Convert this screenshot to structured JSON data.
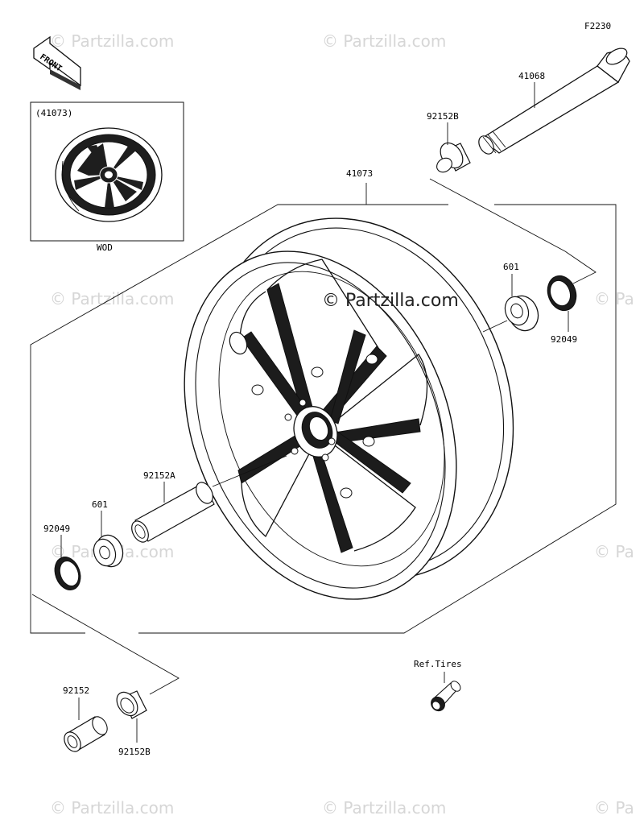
{
  "diagram_code": "F2230",
  "front_arrow_label": "FRONT",
  "inset": {
    "part_number": "(41073)",
    "caption": "WOD"
  },
  "parts": {
    "axle": "41068",
    "collar_top": "92152B",
    "wheel": "41073",
    "bearing_right": "601",
    "seal_right": "92049",
    "spacer": "92152A",
    "bearing_left": "601",
    "seal_left": "92049",
    "collar_left": "92152",
    "collar_bottom": "92152B",
    "valve_ref": "Ref.Tires"
  },
  "watermark": {
    "main": "© Partzilla.com",
    "faint": "© Partzilla.com",
    "edge": "© Pa"
  }
}
